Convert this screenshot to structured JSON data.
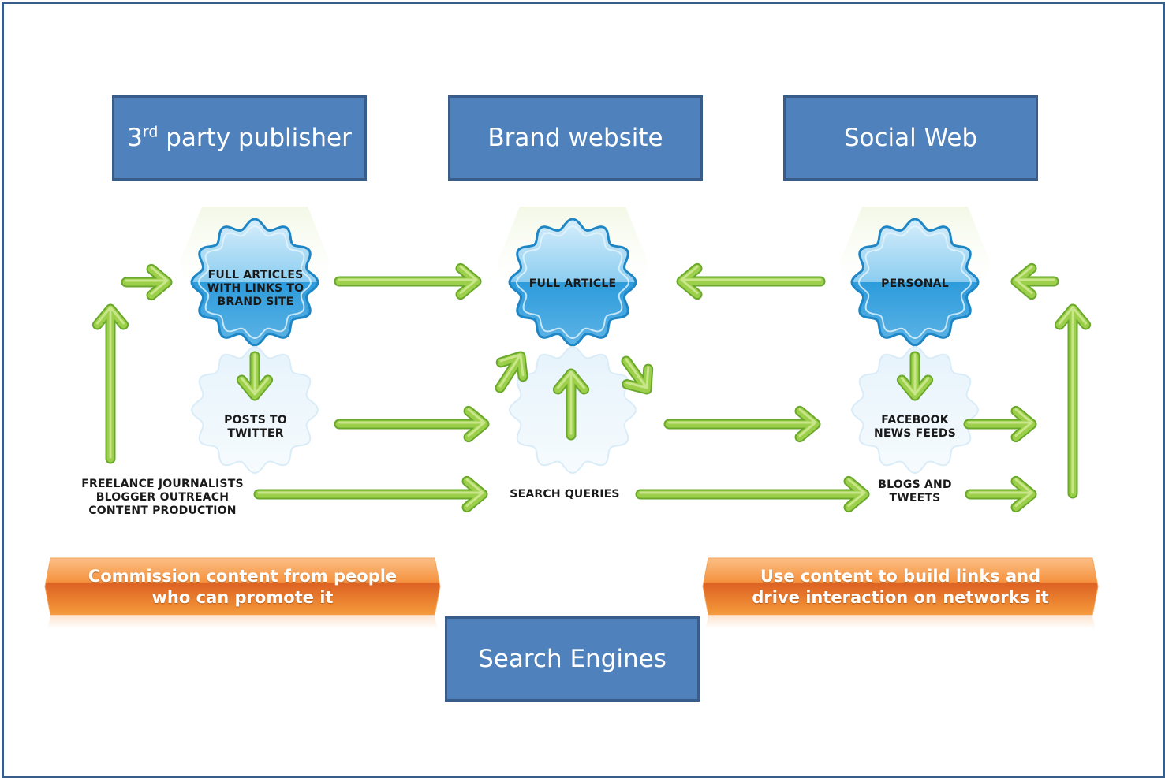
{
  "headers": {
    "publisher": {
      "prefix": "3",
      "sup": "rd",
      "rest": " party publisher"
    },
    "brand": "Brand website",
    "social": "Social Web",
    "search": "Search Engines"
  },
  "nodes": {
    "full_articles": [
      "FULL ARTICLES",
      "WITH LINKS TO",
      "BRAND SITE"
    ],
    "full_article": [
      "FULL ARTICLE"
    ],
    "personal": [
      "PERSONAL"
    ],
    "posts_twitter": [
      "POSTS TO",
      "TWITTER"
    ],
    "facebook": [
      "FACEBOOK",
      "NEWS FEEDS"
    ],
    "freelance": [
      "FREELANCE JOURNALISTS",
      "BLOGGER OUTREACH",
      "CONTENT PRODUCTION"
    ],
    "search_queries": [
      "SEARCH QUERIES"
    ],
    "blogs_tweets": [
      "BLOGS AND",
      "TWEETS"
    ]
  },
  "banners": {
    "left": [
      "Commission content from people",
      "who can promote it"
    ],
    "right": [
      "Use content to build links and",
      "drive interaction on networks it"
    ]
  },
  "colors": {
    "header_fill": "#4f81bd",
    "header_border": "#385d8a",
    "arrow_green": "#8cc63f",
    "cloud_blue": "#3aa0dc",
    "banner_orange": "#f07d1a"
  }
}
